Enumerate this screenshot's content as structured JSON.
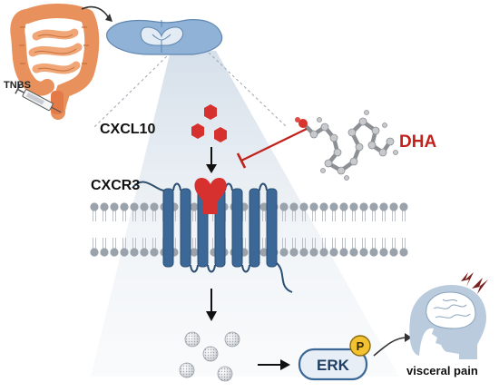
{
  "labels": {
    "tnbs": "TNBS",
    "cxcl10": "CXCL10",
    "cxcr3": "CXCR3",
    "dha": "DHA",
    "erk": "ERK",
    "phospho": "P",
    "outcome": "visceral pain"
  },
  "colors": {
    "intestine": "#e8915c",
    "cord": "#8fb2d6",
    "receptor": "#3b6896",
    "ligand": "#d6312e",
    "dha": "#c2221c",
    "membrane": "#9aa3ab",
    "phospho_badge": "#f2c230",
    "head": "#b9cbdd"
  },
  "icons": {
    "intestine": "intestine-icon",
    "syringe": "syringe-icon",
    "spinal_cord": "spinal-cord-icon",
    "molecule": "dha-molecule-icon",
    "brain": "brain-pain-icon"
  }
}
